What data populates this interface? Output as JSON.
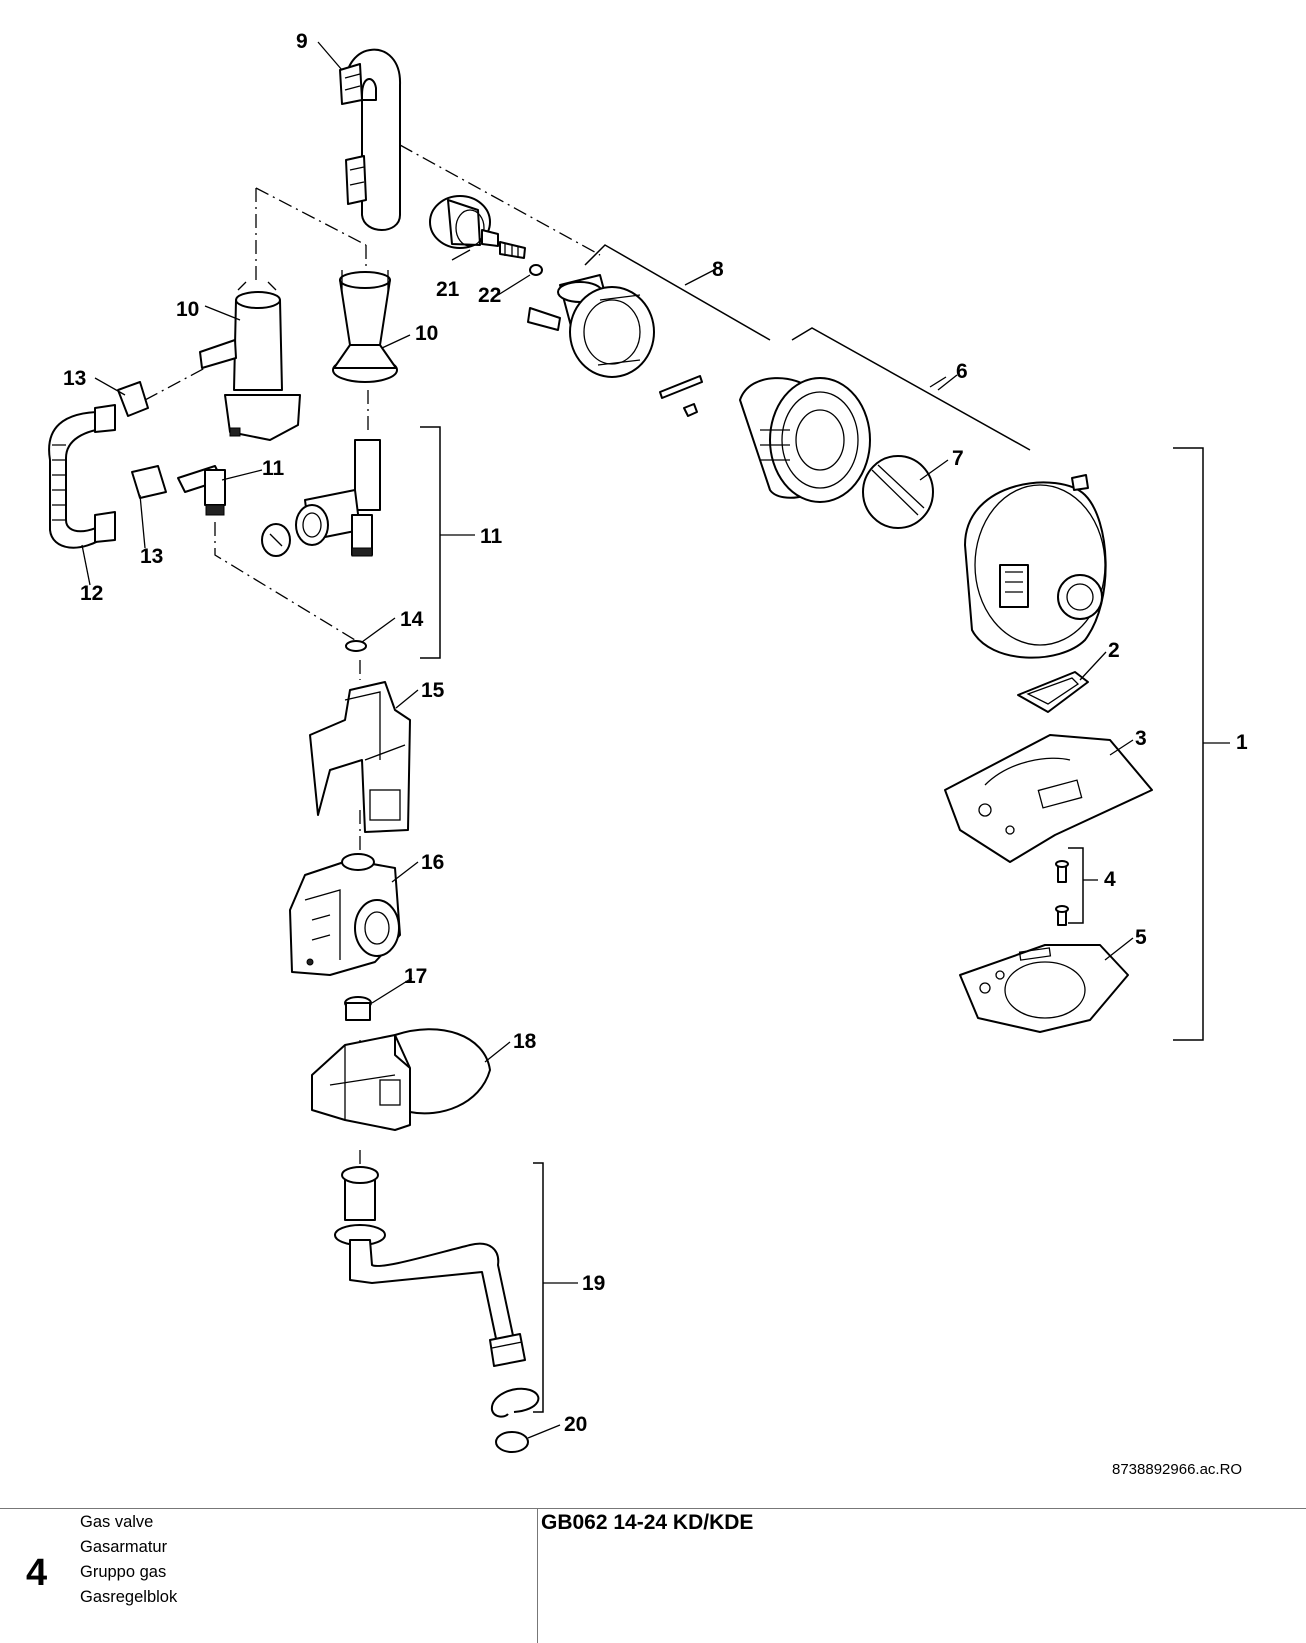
{
  "callouts": {
    "c1": "1",
    "c2": "2",
    "c3": "3",
    "c4": "4",
    "c5": "5",
    "c6": "6",
    "c7": "7",
    "c8": "8",
    "c9": "9",
    "c10a": "10",
    "c10b": "10",
    "c11a": "11",
    "c11b": "11",
    "c12": "12",
    "c13a": "13",
    "c13b": "13",
    "c14": "14",
    "c15": "15",
    "c16": "16",
    "c17": "17",
    "c18": "18",
    "c19": "19",
    "c20": "20",
    "c21": "21",
    "c22": "22"
  },
  "document_code": "8738892966.ac.RO",
  "footer": {
    "page_number": "4",
    "section_names": [
      "Gas valve",
      "Gasarmatur",
      "Gruppo gas",
      "Gasregelblok"
    ],
    "model_title": "GB062 14-24 KD/KDE"
  }
}
